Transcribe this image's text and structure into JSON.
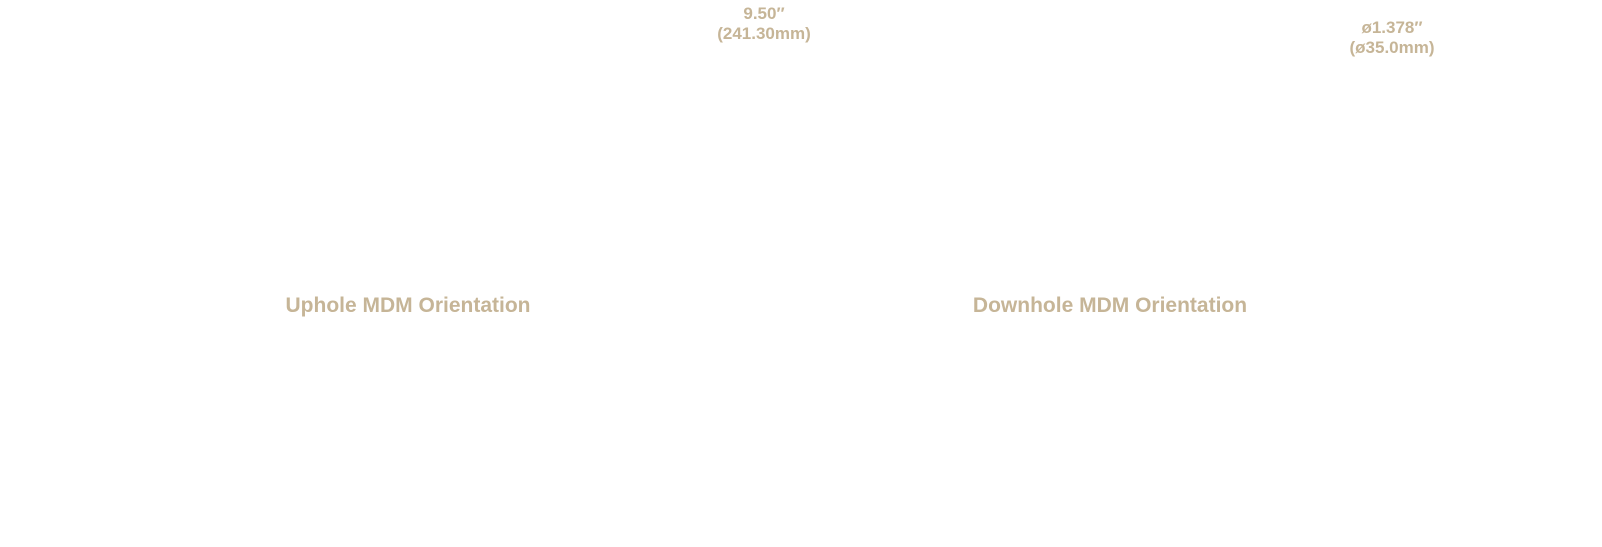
{
  "dimensions": {
    "length_in": "9.50″",
    "length_mm": "(241.30mm)",
    "diameter_in": "ø1.378″",
    "diameter_mm": "(ø35.0mm)"
  },
  "orientations": {
    "uphole_title": "Uphole MDM Orientation",
    "downhole_title": "Downhole MDM Orientation"
  },
  "colors": {
    "label": "#c6b597",
    "background": "#ffffff"
  }
}
